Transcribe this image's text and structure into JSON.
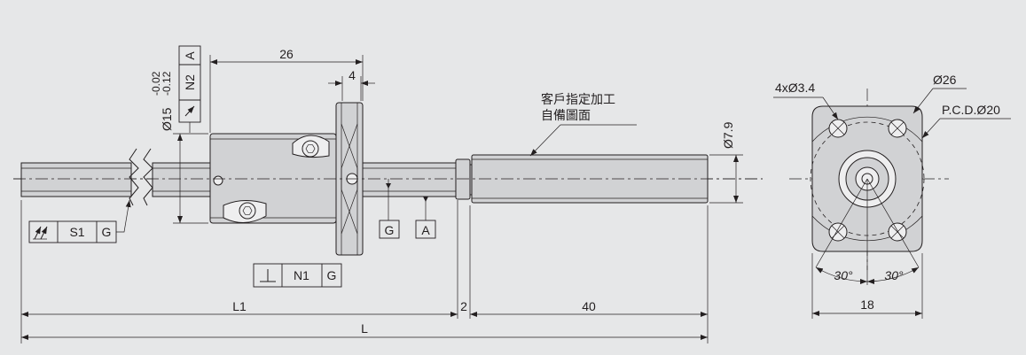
{
  "drawing": {
    "dim_nut_length": "26",
    "dim_flange_thickness": "4",
    "dim_nut_diameter": "Ø15",
    "tol_upper": "-0.02",
    "tol_lower": "-0.12",
    "dim_journal_diameter": "Ø7.9",
    "dim_L1": "L1",
    "dim_gap": "2",
    "dim_journal_length": "40",
    "dim_L": "L",
    "note_line1": "客戶指定加工",
    "note_line2": "自備圖面",
    "datum_g": "G",
    "datum_a": "A",
    "fcf_runout_value": "S1",
    "fcf_runout_datum": "G",
    "fcf_perp_value": "N1",
    "fcf_perp_datum": "G",
    "fcf_nut_value": "N2",
    "fcf_nut_datum": "A",
    "holes": "4xØ3.4",
    "flange_diameter": "Ø26",
    "pcd": "P.C.D.Ø20",
    "angle_left": "30°",
    "angle_right": "30°",
    "flange_width": "18"
  }
}
